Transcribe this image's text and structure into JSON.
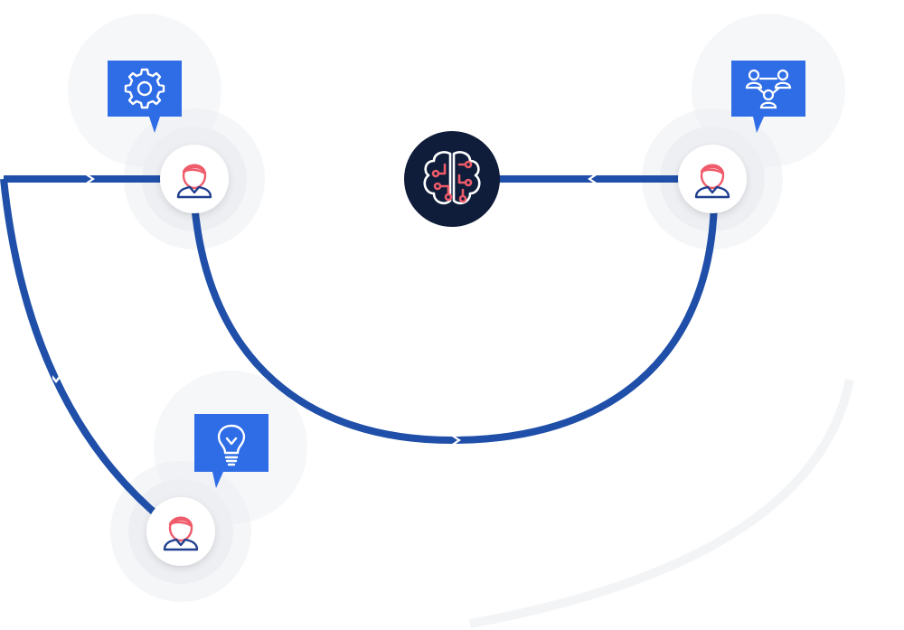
{
  "colors": {
    "path": "#1f4fa8",
    "bubble": "#2f6de6",
    "hub": "#0f1d3a",
    "person_head": "#ef5b6a",
    "person_body": "#1f3f8f",
    "halo": "#eceef2",
    "node_fill": "#ffffff",
    "hub_circuit": "#ef5b6a"
  },
  "nodes": [
    {
      "id": "person-top-left",
      "icon": "person-icon",
      "bubble_icon": "gear-icon"
    },
    {
      "id": "person-top-right",
      "icon": "person-icon",
      "bubble_icon": "people-network-icon"
    },
    {
      "id": "person-bottom-left",
      "icon": "person-icon",
      "bubble_icon": "lightbulb-icon"
    }
  ],
  "hub": {
    "icon": "ai-brain-icon"
  }
}
